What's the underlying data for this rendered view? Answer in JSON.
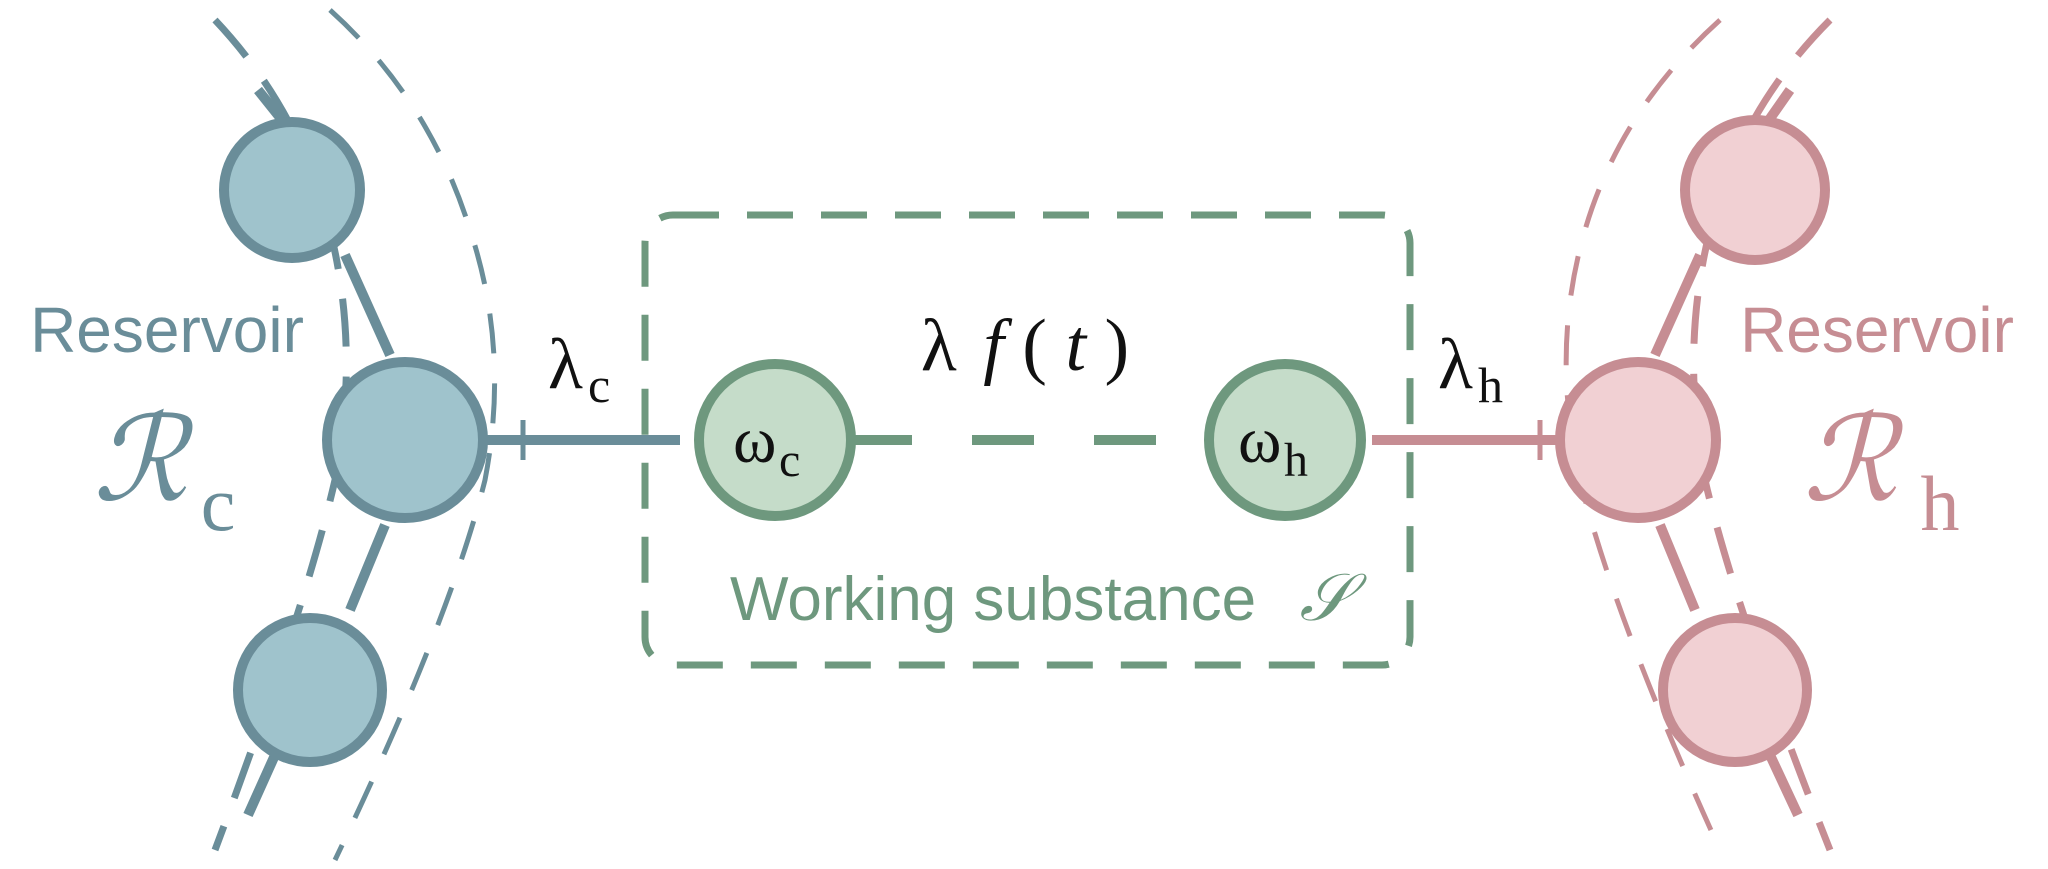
{
  "colors": {
    "cold_fill": "#9fc3cc",
    "cold_stroke": "#6a8d99",
    "hot_fill": "#f1d0d3",
    "hot_stroke": "#c68d93",
    "system_fill": "#c5dcc9",
    "system_stroke": "#6e987e",
    "label_dark": "#111111"
  },
  "reservoir_cold": {
    "word": "Reservoir",
    "symbol": "ℛ",
    "subscript": "c"
  },
  "reservoir_hot": {
    "word": "Reservoir",
    "symbol": "ℛ",
    "subscript": "h"
  },
  "system": {
    "word": "Working substance",
    "symbol": "𝒮"
  },
  "couplings": {
    "cold": {
      "symbol": "λ",
      "subscript": "c"
    },
    "hot": {
      "symbol": "λ",
      "subscript": "h"
    },
    "interaction": {
      "symbol": "λ",
      "func": "f",
      "open": "(",
      "arg": "t",
      "close": ")"
    }
  },
  "oscillators": {
    "cold": {
      "symbol": "ω",
      "subscript": "c"
    },
    "hot": {
      "symbol": "ω",
      "subscript": "h"
    }
  }
}
